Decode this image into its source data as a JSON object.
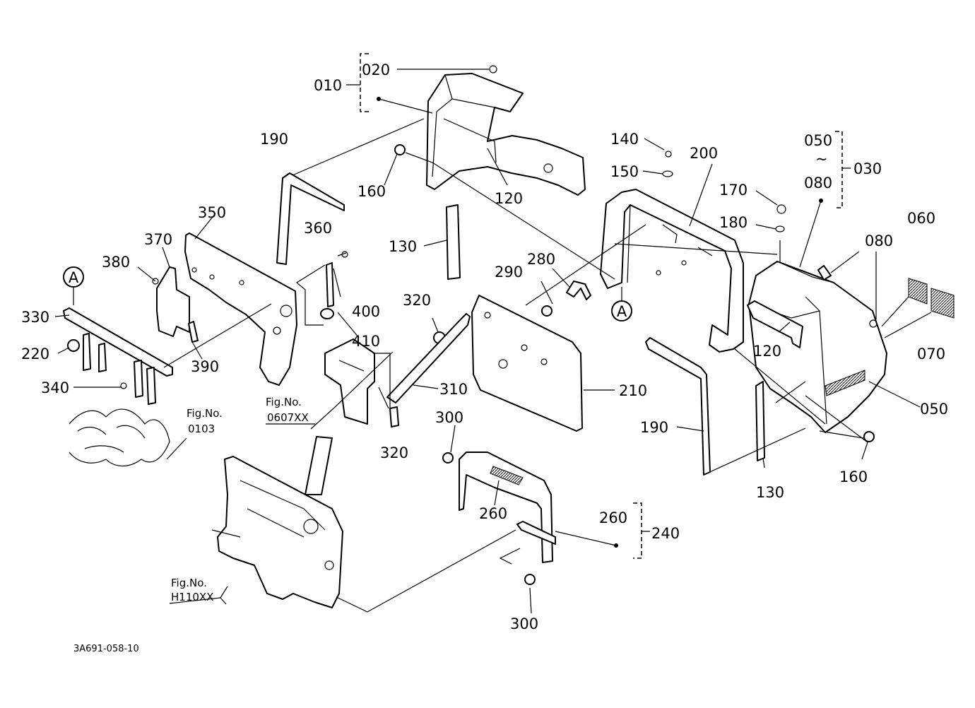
{
  "labels": {
    "p010": "010",
    "p020": "020",
    "p030": "030",
    "p050_top": "050",
    "tilde": "~",
    "p080_top": "080",
    "p060": "060",
    "p070": "070",
    "p080_right": "080",
    "p120_top": "120",
    "p120_right": "120",
    "p130_left": "130",
    "p130_right": "130",
    "p140": "140",
    "p150": "150",
    "p160_top": "160",
    "p160_right": "160",
    "p170": "170",
    "p180": "180",
    "p190_top": "190",
    "p190_right": "190",
    "p200": "200",
    "p210": "210",
    "p220": "220",
    "p240": "240",
    "p260_mid": "260",
    "p260_right": "260",
    "p280": "280",
    "p290": "290",
    "p300_top": "300",
    "p300_bottom": "300",
    "p310": "310",
    "p320_top": "320",
    "p320_bottom": "320",
    "p330": "330",
    "p340": "340",
    "p350": "350",
    "p360": "360",
    "p370": "370",
    "p380": "380",
    "p390": "390",
    "p400": "400",
    "p410": "410",
    "p050_right": "050",
    "markerA_left": "A",
    "markerA_mid": "A"
  },
  "figrefs": {
    "fig_label": "Fig.No.",
    "fig_0607": "0607XX",
    "fig_0103": "0103",
    "fig_h110": "H110XX"
  },
  "footer": {
    "drawing_code": "3A691-058-10"
  }
}
